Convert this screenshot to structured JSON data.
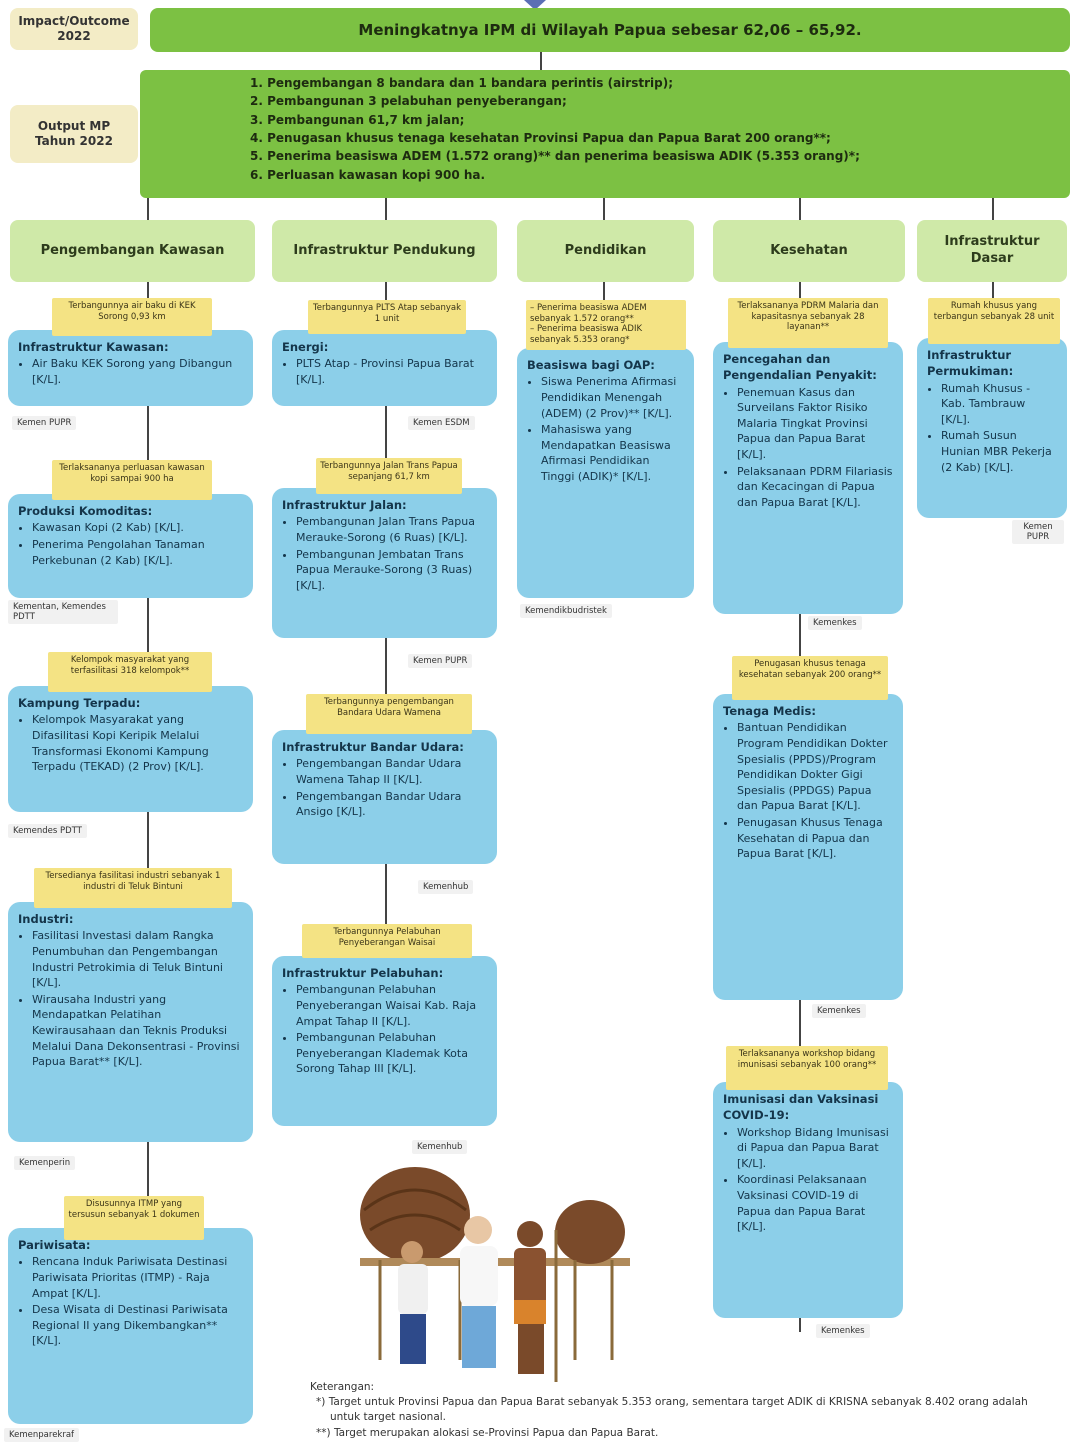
{
  "labels": {
    "impact": "Impact/Outcome 2022",
    "output": "Output MP Tahun 2022"
  },
  "impact_text": "Meningkatnya IPM di Wilayah Papua sebesar 62,06 – 65,92.",
  "output_items": [
    "1. Pengembangan 8 bandara dan 1 bandara perintis (airstrip);",
    "2. Pembangunan 3 pelabuhan penyeberangan;",
    "3. Pembangunan 61,7 km jalan;",
    "4. Penugasan khusus tenaga kesehatan Provinsi Papua dan Papua Barat 200 orang**;",
    "5. Penerima beasiswa ADEM (1.572 orang)** dan penerima beasiswa ADIK (5.353 orang)*;",
    "6. Perluasan kawasan kopi 900 ha."
  ],
  "columns": [
    {
      "title": "Pengembangan Kawasan",
      "blocks": [
        {
          "target": "Terbangunnya air baku di KEK Sorong 0,93 km",
          "heading": "Infrastruktur Kawasan:",
          "items": [
            "Air Baku KEK Sorong yang Dibangun [K/L]."
          ],
          "source": "Kemen PUPR"
        },
        {
          "target": "Terlaksananya perluasan kawasan kopi sampai 900 ha",
          "heading": "Produksi Komoditas:",
          "items": [
            "Kawasan Kopi (2 Kab) [K/L].",
            "Penerima Pengolahan Tanaman Perkebunan (2 Kab) [K/L]."
          ],
          "source": "Kementan, Kemendes PDTT"
        },
        {
          "target": "Kelompok masyarakat yang terfasilitasi 318 kelompok**",
          "heading": "Kampung Terpadu:",
          "items": [
            "Kelompok Masyarakat yang Difasilitasi Kopi Keripik Melalui Transformasi Ekonomi Kampung Terpadu (TEKAD) (2 Prov) [K/L]."
          ],
          "source": "Kemendes PDTT"
        },
        {
          "target": "Tersedianya fasilitasi industri sebanyak 1 industri di Teluk Bintuni",
          "heading": "Industri:",
          "items": [
            "Fasilitasi Investasi dalam Rangka Penumbuhan dan Pengembangan Industri Petrokimia di Teluk Bintuni [K/L].",
            "Wirausaha Industri yang Mendapatkan Pelatihan Kewirausahaan dan Teknis Produksi Melalui Dana Dekonsentrasi - Provinsi Papua Barat** [K/L]."
          ],
          "source": "Kemenperin"
        },
        {
          "target": "Disusunnya ITMP yang tersusun sebanyak 1 dokumen",
          "heading": "Pariwisata:",
          "items": [
            "Rencana Induk Pariwisata Destinasi Pariwisata Prioritas (ITMP) - Raja Ampat [K/L].",
            "Desa Wisata di Destinasi Pariwisata Regional II yang Dikembangkan** [K/L]."
          ],
          "source": "Kemenparekraf"
        }
      ]
    },
    {
      "title": "Infrastruktur Pendukung",
      "blocks": [
        {
          "target": "Terbangunnya PLTS Atap sebanyak 1 unit",
          "heading": "Energi:",
          "items": [
            "PLTS Atap - Provinsi Papua Barat [K/L]."
          ],
          "source": "Kemen ESDM"
        },
        {
          "target": "Terbangunnya Jalan Trans Papua sepanjang 61,7 km",
          "heading": "Infrastruktur Jalan:",
          "items": [
            "Pembangunan Jalan Trans Papua Merauke-Sorong (6 Ruas) [K/L].",
            "Pembangunan Jembatan Trans Papua Merauke-Sorong (3 Ruas) [K/L]."
          ],
          "source": "Kemen PUPR"
        },
        {
          "target": "Terbangunnya pengembangan Bandara Udara Wamena",
          "heading": "Infrastruktur Bandar Udara:",
          "items": [
            "Pengembangan Bandar Udara Wamena Tahap II [K/L].",
            "Pengembangan Bandar Udara Ansigo [K/L]."
          ],
          "source": "Kemenhub"
        },
        {
          "target": "Terbangunnya Pelabuhan Penyeberangan Waisai",
          "heading": "Infrastruktur Pelabuhan:",
          "items": [
            "Pembangunan Pelabuhan Penyeberangan Waisai Kab. Raja Ampat Tahap II [K/L].",
            "Pembangunan Pelabuhan Penyeberangan Klademak Kota Sorong Tahap III [K/L]."
          ],
          "source": "Kemenhub"
        }
      ]
    },
    {
      "title": "Pendidikan",
      "blocks": [
        {
          "target": "– Penerima beasiswa ADEM sebanyak 1.572 orang**\n– Penerima beasiswa ADIK sebanyak 5.353 orang*",
          "heading": "Beasiswa bagi OAP:",
          "items": [
            "Siswa Penerima Afirmasi Pendidikan Menengah (ADEM) (2 Prov)** [K/L].",
            "Mahasiswa yang Mendapatkan Beasiswa Afirmasi Pendidikan Tinggi (ADIK)* [K/L]."
          ],
          "source": "Kemendikbudristek"
        }
      ]
    },
    {
      "title": "Kesehatan",
      "blocks": [
        {
          "target": "Terlaksananya PDRM Malaria dan kapasitasnya sebanyak 28 layanan**",
          "heading": "Pencegahan dan Pengendalian Penyakit:",
          "items": [
            "Penemuan Kasus dan Surveilans Faktor Risiko Malaria Tingkat Provinsi Papua dan Papua Barat [K/L].",
            "Pelaksanaan PDRM Filariasis dan Kecacingan di Papua dan Papua Barat [K/L]."
          ],
          "source": "Kemenkes"
        },
        {
          "target": "Penugasan khusus tenaga kesehatan sebanyak 200 orang**",
          "heading": "Tenaga Medis:",
          "items": [
            "Bantuan Pendidikan Program Pendidikan Dokter Spesialis (PPDS)/Program Pendidikan Dokter Gigi Spesialis (PPDGS) Papua dan Papua Barat [K/L].",
            "Penugasan Khusus Tenaga Kesehatan di Papua dan Papua Barat [K/L]."
          ],
          "source": "Kemenkes"
        },
        {
          "target": "Terlaksananya workshop bidang imunisasi sebanyak 100 orang**",
          "heading": "Imunisasi dan Vaksinasi COVID-19:",
          "items": [
            "Workshop Bidang Imunisasi di Papua dan Papua Barat [K/L].",
            "Koordinasi Pelaksanaan Vaksinasi COVID-19 di Papua dan Papua Barat [K/L]."
          ],
          "source": "Kemenkes"
        }
      ]
    },
    {
      "title": "Infrastruktur Dasar",
      "blocks": [
        {
          "target": "Rumah khusus yang terbangun sebanyak 28 unit",
          "heading": "Infrastruktur Permukiman:",
          "items": [
            "Rumah Khusus - Kab. Tambrauw [K/L].",
            "Rumah Susun Hunian MBR Pekerja (2 Kab) [K/L]."
          ],
          "source": "Kemen PUPR"
        }
      ]
    }
  ],
  "notes": {
    "heading": "Keterangan:",
    "n1_mark": "*)",
    "n1": "Target untuk Provinsi Papua dan Papua Barat sebanyak 5.353 orang, sementara target ADIK di KRISNA sebanyak 8.402 orang adalah untuk target nasional.",
    "n2_mark": "**)",
    "n2": "Target merupakan alokasi se-Provinsi Papua dan Papua Barat."
  },
  "colors": {
    "green": "#7cc143",
    "light_green": "#cfe9a8",
    "card_blue": "#8ccfe9",
    "target_yellow": "#f4e384",
    "label_beige": "#f3ecc6"
  }
}
